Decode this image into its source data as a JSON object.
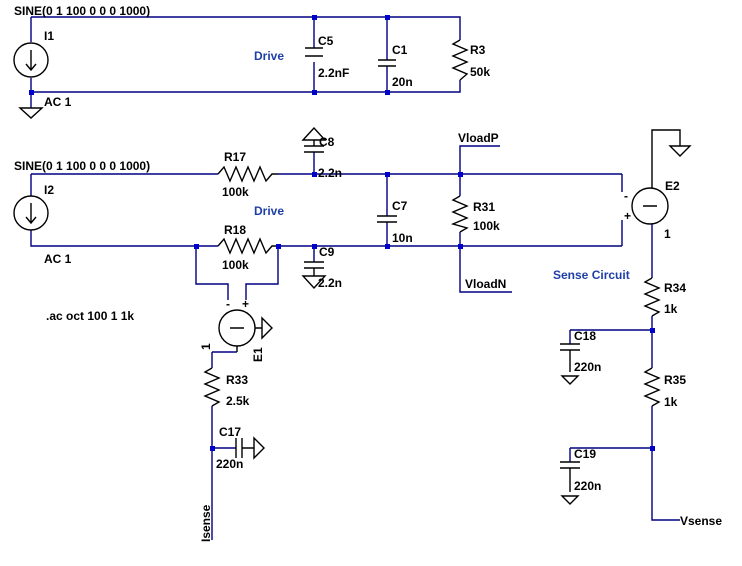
{
  "sources": [
    {
      "name": "I1",
      "value": "SINE(0 1 100 0 0 0 1000)",
      "ac": "AC 1"
    },
    {
      "name": "I2",
      "value": "SINE(0 1 100 0 0 0 1000)",
      "ac": "AC 1"
    }
  ],
  "components": [
    {
      "name": "C5",
      "value": "2.2nF"
    },
    {
      "name": "C1",
      "value": "20n"
    },
    {
      "name": "R3",
      "value": "50k"
    },
    {
      "name": "R17",
      "value": "100k"
    },
    {
      "name": "C8",
      "value": "2.2n"
    },
    {
      "name": "C7",
      "value": "10n"
    },
    {
      "name": "R31",
      "value": "100k"
    },
    {
      "name": "R18",
      "value": "100k"
    },
    {
      "name": "C9",
      "value": "2.2n"
    },
    {
      "name": "R33",
      "value": "2.5k"
    },
    {
      "name": "C17",
      "value": "220n"
    },
    {
      "name": "R34",
      "value": "1k"
    },
    {
      "name": "C18",
      "value": "220n"
    },
    {
      "name": "R35",
      "value": "1k"
    },
    {
      "name": "C19",
      "value": "220n"
    }
  ],
  "labels": {
    "drive1": "Drive",
    "drive2": "Drive",
    "sense_circuit": "Sense Circuit",
    "directive": ".ac oct 100 1 1k"
  },
  "nets": {
    "vloadp": "VloadP",
    "vloadn": "VloadN",
    "isense": "Isense",
    "vsense": "Vsense"
  },
  "sources_dep": [
    {
      "name": "E1",
      "pin": "1",
      "plus": "+",
      "minus": "-"
    },
    {
      "name": "E2",
      "pin": "1",
      "plus": "+",
      "minus": "-"
    }
  ]
}
